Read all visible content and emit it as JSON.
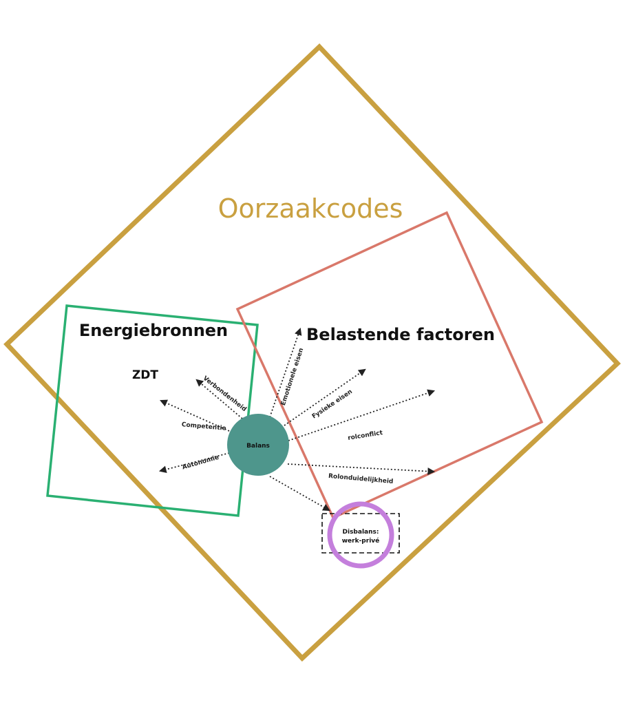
{
  "title": "Oorzaakcodes",
  "energy": {
    "heading": "Energiebronnen",
    "subheading": "ZDT",
    "labels": [
      "Verbondenheid",
      "Competentie",
      "Autonomie"
    ]
  },
  "stress": {
    "heading": "Belastende factoren",
    "labels": [
      "Emotionele eisen",
      "Fysieke eisen",
      "rolconflict",
      "Rolonduidelijkheid"
    ]
  },
  "center": {
    "label": "Balans"
  },
  "imbalance": {
    "line1": "Disbalans:",
    "line2": "werk-privé"
  },
  "colors": {
    "outer": "#c9a040",
    "energy": "#2ab072",
    "stress": "#d9786a",
    "center": "#4e968c",
    "imbalance": "#c47fdc",
    "arrow": "#222222"
  }
}
